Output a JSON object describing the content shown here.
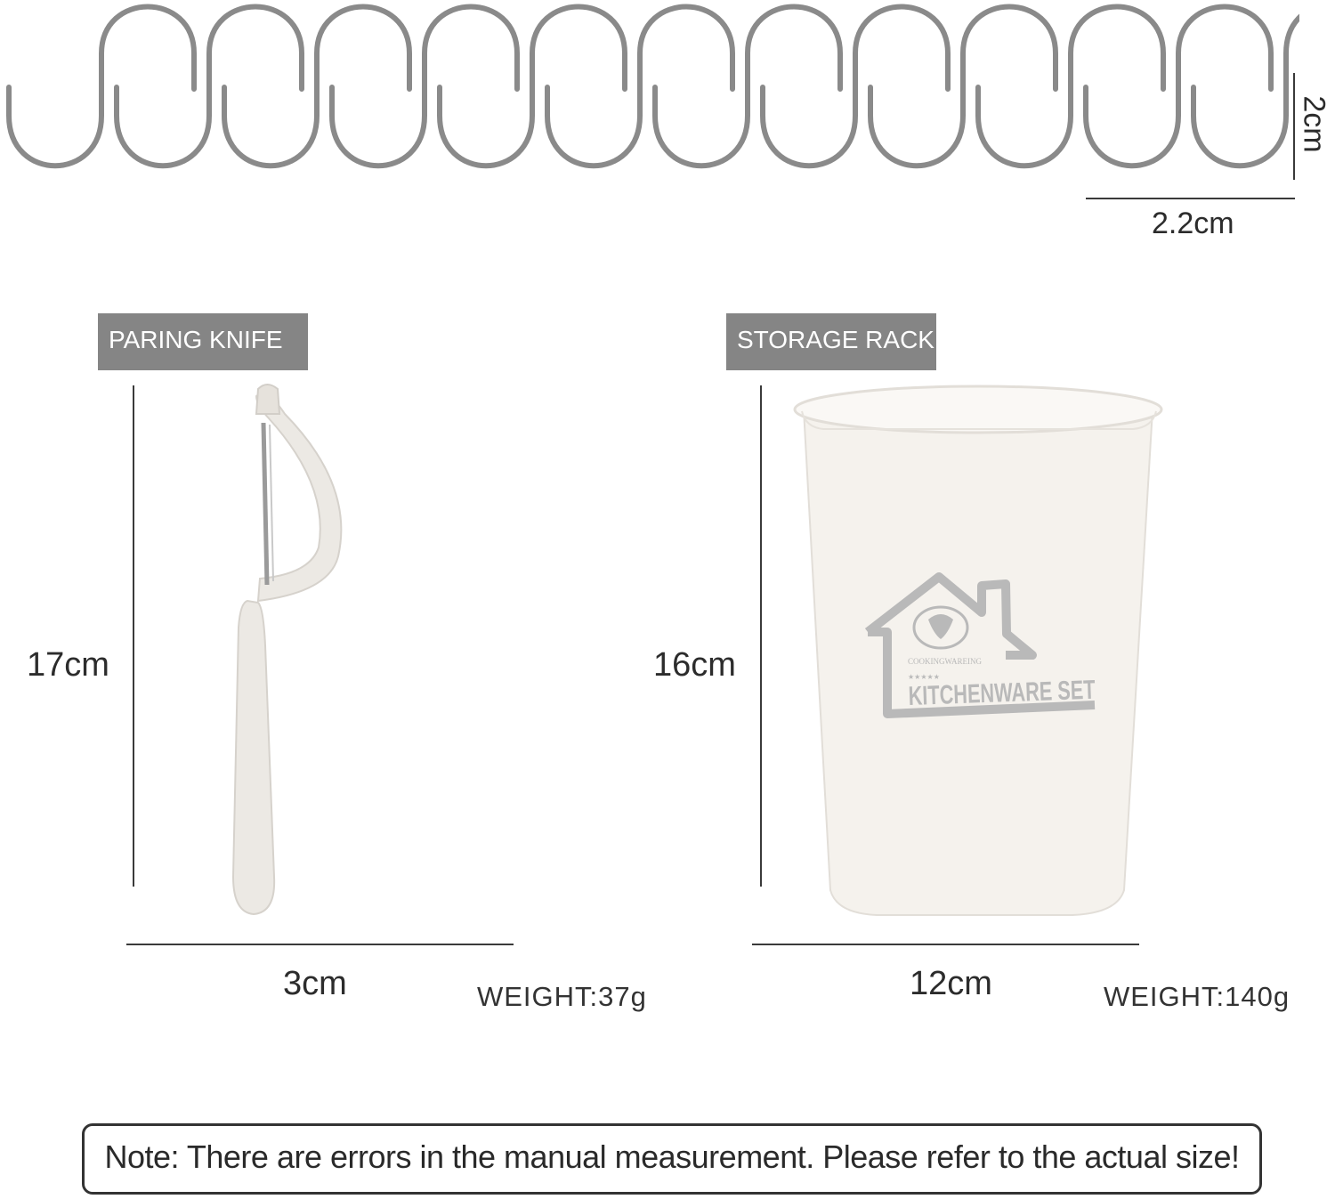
{
  "hooks": {
    "count": 12,
    "height_label": "2cm",
    "width_label": "2.2cm",
    "color": "#8a8a8a"
  },
  "knife": {
    "tag": "PARING KNIFE",
    "height_label": "17cm",
    "width_label": "3cm",
    "weight_label": "WEIGHT:37g",
    "color": "#ece9e4"
  },
  "rack": {
    "tag": "STORAGE RACK",
    "height_label": "16cm",
    "width_label": "12cm",
    "weight_label": "WEIGHT:140g",
    "logo_line1": "COOKINGWAREING",
    "logo_stars": "★★★★★",
    "logo_text": "KITCHENWARE SET",
    "color": "#f4f1ec"
  },
  "note": "Note: There are errors in the manual measurement. Please refer to the actual size!",
  "colors": {
    "tag_bg": "#858585",
    "line": "#3a3a3a",
    "logo": "#b9b9b9"
  }
}
